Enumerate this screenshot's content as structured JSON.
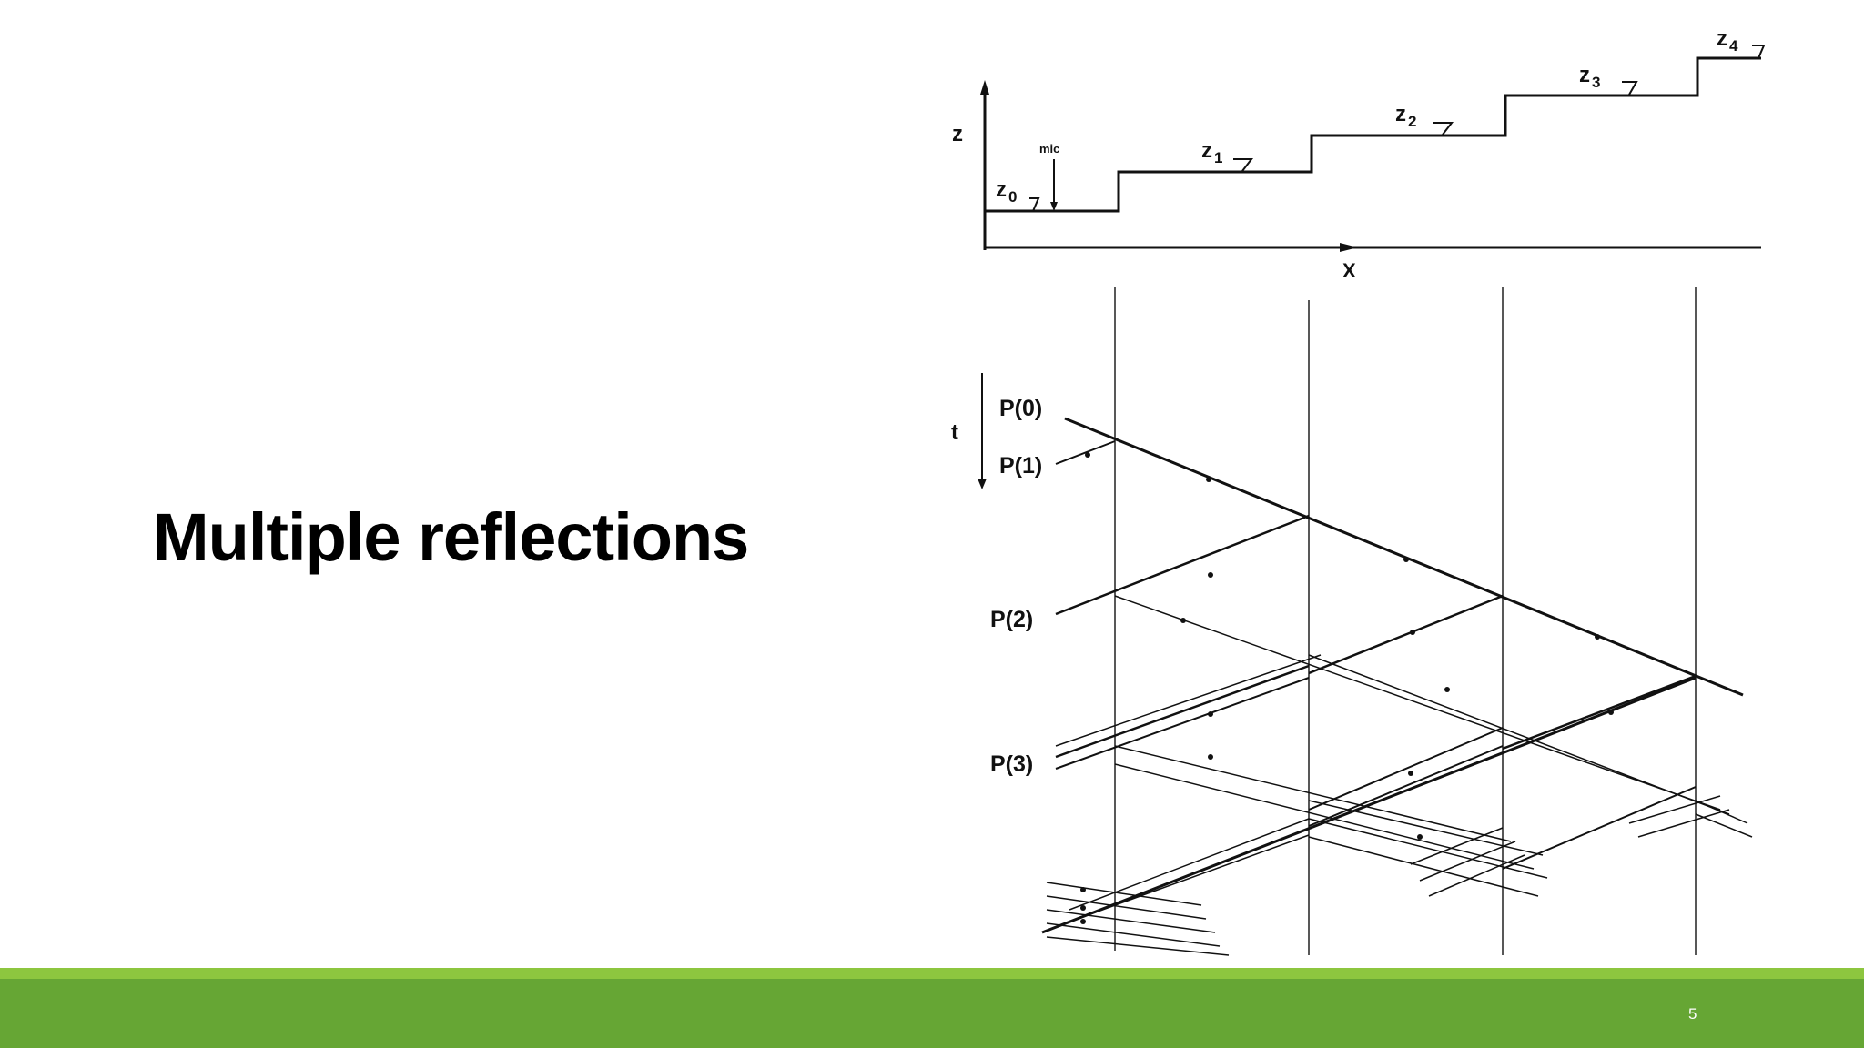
{
  "slide": {
    "title": "Multiple reflections",
    "page_number": "5"
  },
  "diagram": {
    "axis_z": "z",
    "axis_x": "X",
    "axis_t": "t",
    "mic_label": "mic",
    "layers": [
      {
        "base": "z",
        "sub": "0"
      },
      {
        "base": "z",
        "sub": "1"
      },
      {
        "base": "z",
        "sub": "2"
      },
      {
        "base": "z",
        "sub": "3"
      },
      {
        "base": "z",
        "sub": "4"
      }
    ],
    "pulses": [
      "P(0)",
      "P(1)",
      "P(2)",
      "P(3)"
    ]
  },
  "colors": {
    "footer_light": "#8dc63f",
    "footer_dark": "#66a634",
    "text": "#000000"
  }
}
